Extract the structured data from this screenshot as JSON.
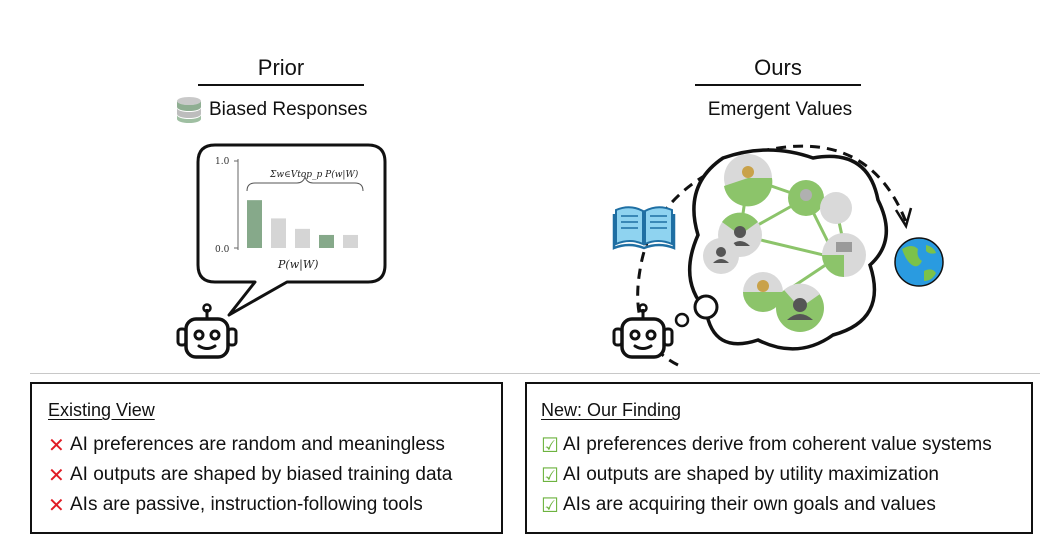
{
  "left": {
    "heading": "Prior",
    "subheading": "Biased Responses",
    "chart": {
      "top_tick": "1.0",
      "bottom_tick": "0.0",
      "brace_label": "Σw∈Vtop_p P(w|W)",
      "x_label": "P(w|W)"
    }
  },
  "right": {
    "heading": "Ours",
    "subheading": "Emergent Values"
  },
  "existing_view": {
    "title": "Existing View",
    "items": [
      "AI preferences are random and meaningless",
      "AI outputs are shaped by biased training data",
      "AIs are passive, instruction-following tools"
    ]
  },
  "new_finding": {
    "title": "New: Our Finding",
    "items": [
      "AI preferences derive from coherent value systems",
      "AI outputs are shaped by utility maximization",
      "AIs are acquiring their own goals and values"
    ]
  },
  "icons": {
    "cross": "✕",
    "check": "☑"
  },
  "chart_data": {
    "type": "bar",
    "values": [
      0.55,
      0.34,
      0.22,
      0.15,
      0.15
    ],
    "colors": [
      "#86a98a",
      "#d5d5d5",
      "#d5d5d5",
      "#86a98a",
      "#d5d5d5"
    ],
    "ylim": [
      0,
      1
    ]
  }
}
